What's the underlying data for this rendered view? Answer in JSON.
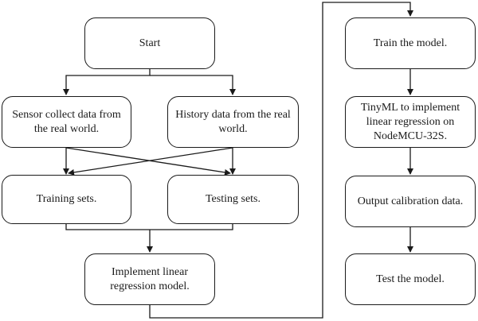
{
  "nodes": {
    "start": "Start",
    "sensor": "Sensor collect data from the real world.",
    "history": "History data from the real world.",
    "training": "Training sets.",
    "testing": "Testing sets.",
    "implement": "Implement linear regression model.",
    "train": "Train the model.",
    "tinyml": "TinyML to implement linear regression on NodeMCU-32S.",
    "output": "Output calibration data.",
    "test": "Test the model."
  },
  "colors": {
    "line": "#1a1a1a",
    "box_fill": "#ffffff",
    "text": "#1a1a1a"
  }
}
